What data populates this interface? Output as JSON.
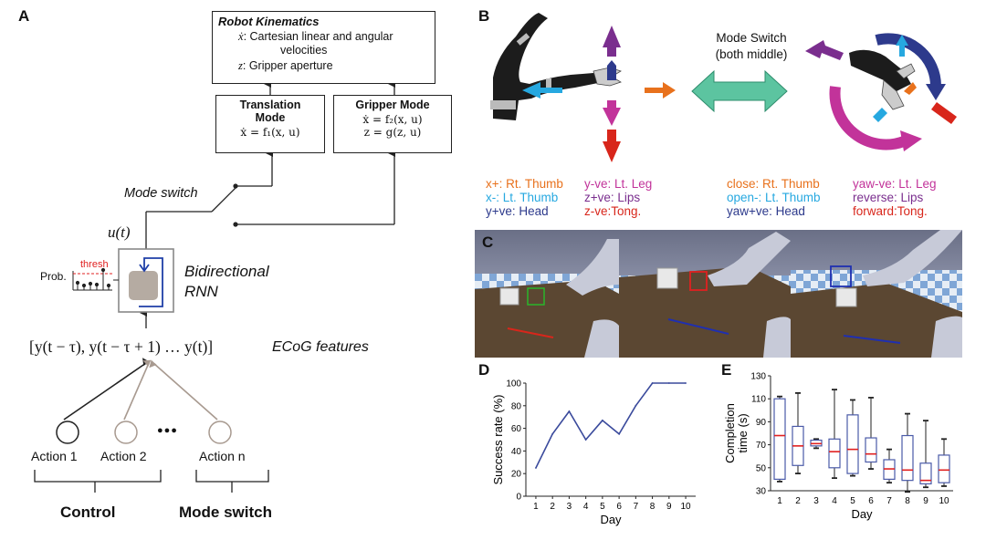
{
  "panel_letters": {
    "a": "A",
    "b": "B",
    "c": "C",
    "d": "D",
    "e": "E"
  },
  "panel_a": {
    "kinematics": {
      "title": "Robot Kinematics",
      "line1_sym": "ẋ",
      "line1_text": ": Cartesian linear and angular",
      "line1_cont": "velocities",
      "line2_sym": "z",
      "line2_text": ": Gripper aperture"
    },
    "translation_mode": {
      "title1": "Translation",
      "title2": "Mode",
      "eq": "ẋ = f₁(x, u)"
    },
    "gripper_mode": {
      "title": "Gripper Mode",
      "eq1": "ẋ = f₂(x, u)",
      "eq2": "z = g(z, u)"
    },
    "mode_switch": "Mode switch",
    "ut": "u(t)",
    "prob": "Prob.",
    "thresh": "thresh",
    "rnn_line1": "Bidirectional",
    "rnn_line2": "RNN",
    "features_expr": "[y(t − τ), y(t − τ + 1) … y(t)]",
    "features_label": "ECoG features",
    "ellipsis": "●●●",
    "actions": [
      "Action 1",
      "Action 2",
      "Action n"
    ],
    "group_control": "Control",
    "group_mode": "Mode switch"
  },
  "panel_b": {
    "switch_line1": "Mode Switch",
    "switch_line2": "(both middle)",
    "legend_left_col1": [
      {
        "text": "x+: Rt. Thumb",
        "color": "#e8711c"
      },
      {
        "text": "x-: Lt. Thumb",
        "color": "#26a8e0"
      },
      {
        "text": "y+ve: Head",
        "color": "#2d3a8c"
      }
    ],
    "legend_left_col2": [
      {
        "text": "y-ve: Lt. Leg",
        "color": "#c2339a"
      },
      {
        "text": "z+ve: Lips",
        "color": "#7a2e8e"
      },
      {
        "text": "z-ve:Tong.",
        "color": "#d8261b"
      }
    ],
    "legend_right_col1": [
      {
        "text": "close: Rt. Thumb",
        "color": "#e8711c"
      },
      {
        "text": "open-: Lt. Thumb",
        "color": "#26a8e0"
      },
      {
        "text": "yaw+ve: Head",
        "color": "#2d3a8c"
      }
    ],
    "legend_right_col2": [
      {
        "text": "yaw-ve: Lt. Leg",
        "color": "#c2339a"
      },
      {
        "text": "reverse: Lips",
        "color": "#7a2e8e"
      },
      {
        "text": "forward:Tong.",
        "color": "#d8261b"
      }
    ]
  },
  "chart_data": [
    {
      "type": "line",
      "xlabel": "Day",
      "ylabel": "Success rate (%)",
      "x": [
        1,
        2,
        3,
        4,
        5,
        6,
        7,
        8,
        9,
        10
      ],
      "series": [
        {
          "values": [
            25,
            55,
            75,
            50,
            67,
            55,
            80,
            100,
            100,
            100
          ]
        }
      ],
      "ylim": [
        0,
        100
      ],
      "yticks": [
        0,
        20,
        40,
        60,
        80,
        100
      ],
      "xticks": [
        1,
        2,
        3,
        4,
        5,
        6,
        7,
        8,
        9,
        10
      ],
      "color": "#3a4a9c"
    },
    {
      "type": "box",
      "xlabel": "Day",
      "ylabel": "Completion time (s)",
      "ylim": [
        30,
        130
      ],
      "yticks": [
        30,
        50,
        70,
        90,
        110,
        130
      ],
      "categories": [
        "1",
        "2",
        "3",
        "4",
        "5",
        "6",
        "7",
        "8",
        "9",
        "10"
      ],
      "boxes": [
        {
          "min": 38,
          "q1": 40,
          "median": 78,
          "q3": 110,
          "max": 112
        },
        {
          "min": 45,
          "q1": 52,
          "median": 69,
          "q3": 86,
          "max": 115
        },
        {
          "min": 67,
          "q1": 69,
          "median": 71,
          "q3": 74,
          "max": 75
        },
        {
          "min": 41,
          "q1": 50,
          "median": 64,
          "q3": 75,
          "max": 118
        },
        {
          "min": 43,
          "q1": 45,
          "median": 66,
          "q3": 96,
          "max": 109
        },
        {
          "min": 49,
          "q1": 55,
          "median": 62,
          "q3": 76,
          "max": 111
        },
        {
          "min": 37,
          "q1": 40,
          "median": 49,
          "q3": 57,
          "max": 66
        },
        {
          "min": 29,
          "q1": 39,
          "median": 48,
          "q3": 78,
          "max": 97
        },
        {
          "min": 33,
          "q1": 36,
          "median": 39,
          "q3": 54,
          "max": 91
        },
        {
          "min": 34,
          "q1": 37,
          "median": 48,
          "q3": 61,
          "max": 75
        }
      ],
      "box_color": "#4a5aa8",
      "median_color": "#e02020"
    }
  ]
}
